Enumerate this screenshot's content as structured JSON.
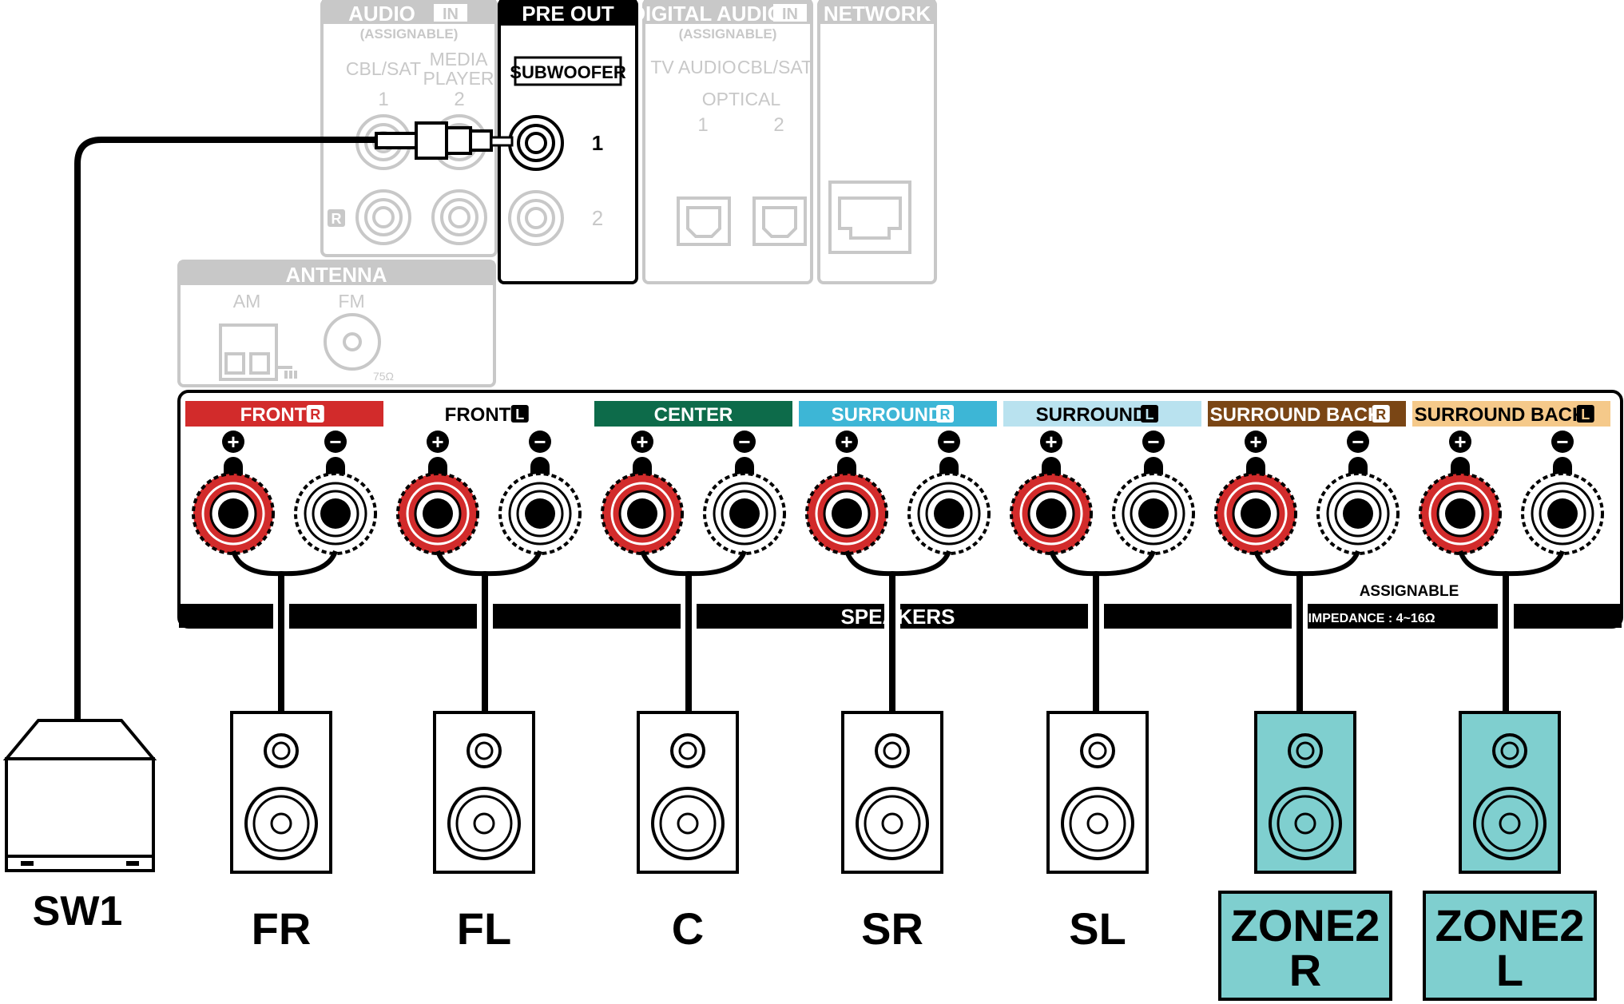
{
  "panels": {
    "audio_in": {
      "title": "AUDIO",
      "badge": "IN",
      "sub": "(ASSIGNABLE)",
      "inputs": [
        {
          "label": "CBL/SAT",
          "num": "1"
        },
        {
          "label1": "MEDIA",
          "label2": "PLAYER",
          "num": "2"
        }
      ],
      "channel": "R"
    },
    "pre_out": {
      "title": "PRE OUT",
      "box_label": "SUBWOOFER",
      "jacks": [
        "1",
        "2"
      ]
    },
    "digital_audio": {
      "title": "DIGITAL AUDIO",
      "badge": "IN",
      "sub": "(ASSIGNABLE)",
      "labels": [
        "TV AUDIO",
        "CBL/SAT"
      ],
      "type": "OPTICAL",
      "nums": [
        "1",
        "2"
      ]
    },
    "network": {
      "title": "NETWORK"
    },
    "antenna": {
      "title": "ANTENNA",
      "am": "AM",
      "fm": "FM",
      "ohm": "75Ω"
    }
  },
  "speakers_panel": {
    "label": "SPEAKERS",
    "assignable": "ASSIGNABLE",
    "impedance": "IMPEDANCE : 4~16Ω",
    "plus": "+",
    "minus": "−",
    "channels": [
      {
        "text": "FRONT",
        "badge": "R",
        "bg": "#d22b2b",
        "fg": "#ffffff"
      },
      {
        "text": "FRONT",
        "badge": "L",
        "bg": "#ffffff",
        "fg": "#000000"
      },
      {
        "text": "CENTER",
        "badge": "",
        "bg": "#0d6b4a",
        "fg": "#ffffff"
      },
      {
        "text": "SURROUND",
        "badge": "R",
        "bg": "#3db6d6",
        "fg": "#ffffff"
      },
      {
        "text": "SURROUND",
        "badge": "L",
        "bg": "#b9e2ef",
        "fg": "#000000"
      },
      {
        "text": "SURROUND BACK",
        "badge": "R",
        "bg": "#7a4615",
        "fg": "#ffffff"
      },
      {
        "text": "SURROUND BACK",
        "badge": "L",
        "bg": "#f5c98a",
        "fg": "#000000"
      }
    ]
  },
  "speakers": [
    {
      "label": "FR",
      "zone": false
    },
    {
      "label": "FL",
      "zone": false
    },
    {
      "label": "C",
      "zone": false
    },
    {
      "label": "SR",
      "zone": false
    },
    {
      "label": "SL",
      "zone": false
    },
    {
      "label1": "ZONE2",
      "label2": "R",
      "zone": true
    },
    {
      "label1": "ZONE2",
      "label2": "L",
      "zone": true
    }
  ],
  "subwoofer": {
    "label": "SW1"
  },
  "colors": {
    "terminal_red": "#d22b2b",
    "zone_fill": "#7fcfcf",
    "faded": "#c8c8c8"
  }
}
